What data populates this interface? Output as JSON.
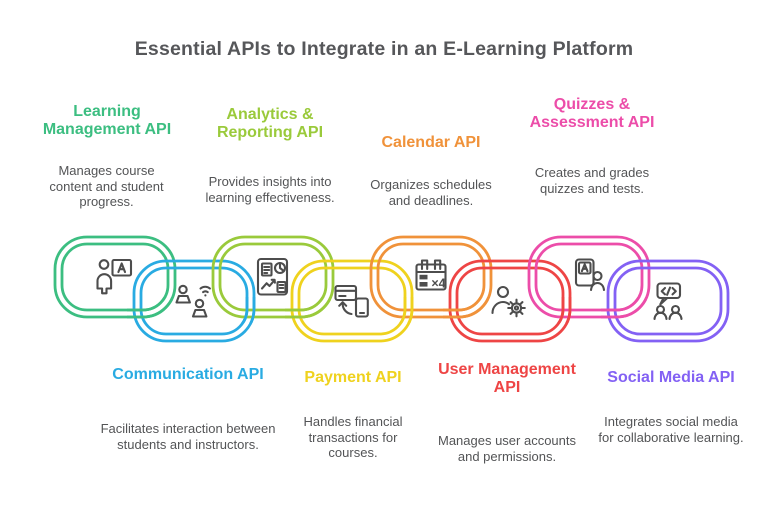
{
  "title": "Essential APIs to Integrate in an E-Learning Platform",
  "title_color": "#56575a",
  "icon_stroke_color": "#4d4d4d",
  "apis": [
    {
      "name": "Learning Management API",
      "description": "Manages course content and student progress.",
      "color": "#3cbe81",
      "icon": "person-presentation-icon",
      "row": "top"
    },
    {
      "name": "Communication API",
      "description": "Facilitates interaction between students and instructors.",
      "color": "#29abe2",
      "icon": "people-laptops-icon",
      "row": "bottom"
    },
    {
      "name": "Analytics & Reporting API",
      "description": "Provides insights into learning effectiveness.",
      "color": "#9aca3b",
      "icon": "dashboard-charts-icon",
      "row": "top"
    },
    {
      "name": "Payment API",
      "description": "Handles financial transactions for courses.",
      "color": "#efd21e",
      "icon": "card-phone-transfer-icon",
      "row": "bottom"
    },
    {
      "name": "Calendar API",
      "description": "Organizes schedules and deadlines.",
      "color": "#f0923a",
      "icon": "calendar-icon",
      "icon_text": "×4",
      "row": "top"
    },
    {
      "name": "User Management API",
      "description": "Manages user accounts and permissions.",
      "color": "#ee4545",
      "icon": "user-gear-icon",
      "row": "bottom"
    },
    {
      "name": "Quizzes & Assessment API",
      "description": "Creates and grades quizzes and tests.",
      "color": "#ec4da9",
      "icon": "grade-card-person-icon",
      "row": "top"
    },
    {
      "name": "Social Media API",
      "description": "Integrates social media for collaborative learning.",
      "color": "#8361f4",
      "icon": "code-bubble-people-icon",
      "row": "bottom"
    }
  ]
}
